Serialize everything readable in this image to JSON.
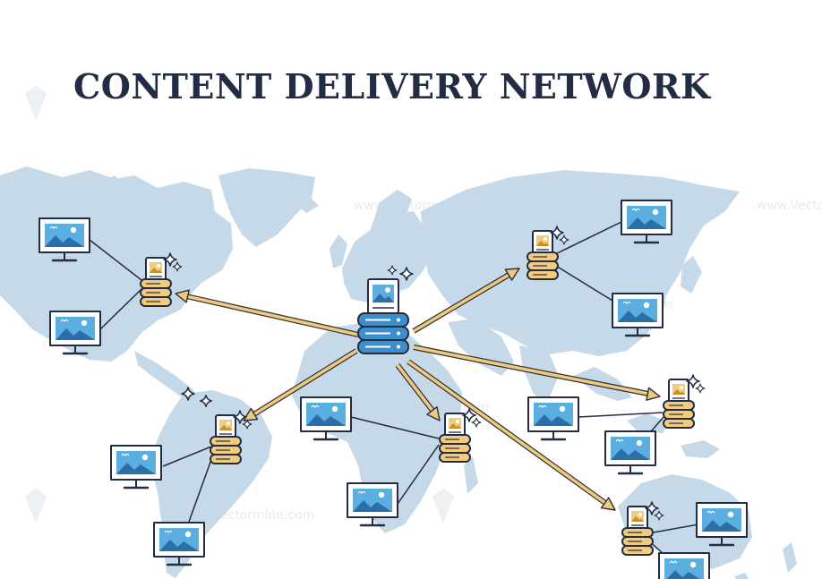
{
  "title": "CONTENT DELIVERY NETWORK",
  "watermark": "www.Vectormine.com",
  "colors": {
    "title": "#222d45",
    "map": "#c6d9e8",
    "arrow": "#f0c97a",
    "origin_server": "#3d8fcb",
    "edge_server": "#f2cb7d",
    "screen": "#5aaee0",
    "outline": "#222d45"
  },
  "icons": [
    "world-map",
    "origin-server-icon",
    "edge-server-icon",
    "monitor-icon",
    "image-document-icon",
    "sparkle-icon",
    "arrow"
  ],
  "diagram": {
    "origin": "origin-server",
    "edge_servers": [
      "north-america",
      "south-america",
      "africa",
      "asia",
      "southeast-asia",
      "australia"
    ],
    "clients_per_edge": 2
  }
}
